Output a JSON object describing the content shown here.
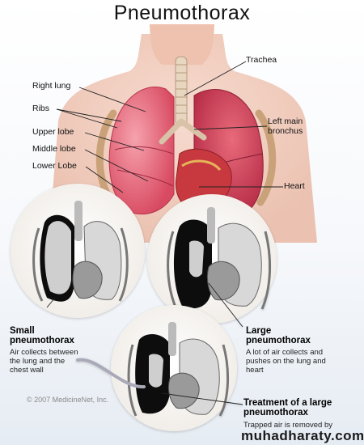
{
  "title": "Pneumothorax",
  "labels": {
    "trachea": "Trachea",
    "right_lung": "Right lung",
    "ribs": "Ribs",
    "upper_lobe": "Upper lobe",
    "middle_lobe": "Middle lobe",
    "lower_lobe": "Lower Lobe",
    "left_main_bronchus": [
      "Left main",
      "bronchus"
    ],
    "heart": "Heart"
  },
  "panels": {
    "small": {
      "title": [
        "Small",
        "pneumothorax"
      ],
      "text": [
        "Air collects between",
        "the lung and the",
        "chest wall"
      ]
    },
    "large": {
      "title": [
        "Large",
        "pneumothorax"
      ],
      "text": [
        "A lot of air collects  and",
        "pushes on the lung and",
        "heart"
      ]
    },
    "treatment": {
      "title": [
        "Treatment of a large",
        "pneumothorax"
      ],
      "text": [
        "Trapped air is removed by"
      ]
    }
  },
  "copyright": "© 2007 MedicineNet, Inc.",
  "watermark": "muhadharaty.com",
  "colors": {
    "skin": "#f2c9b8",
    "lung": "#e86b7a",
    "lung_dark": "#c9354e",
    "heart": "#c8393f",
    "bone": "#d9c4a0",
    "xray_air": "#111111",
    "xray_lung": "#cfcfcf"
  }
}
